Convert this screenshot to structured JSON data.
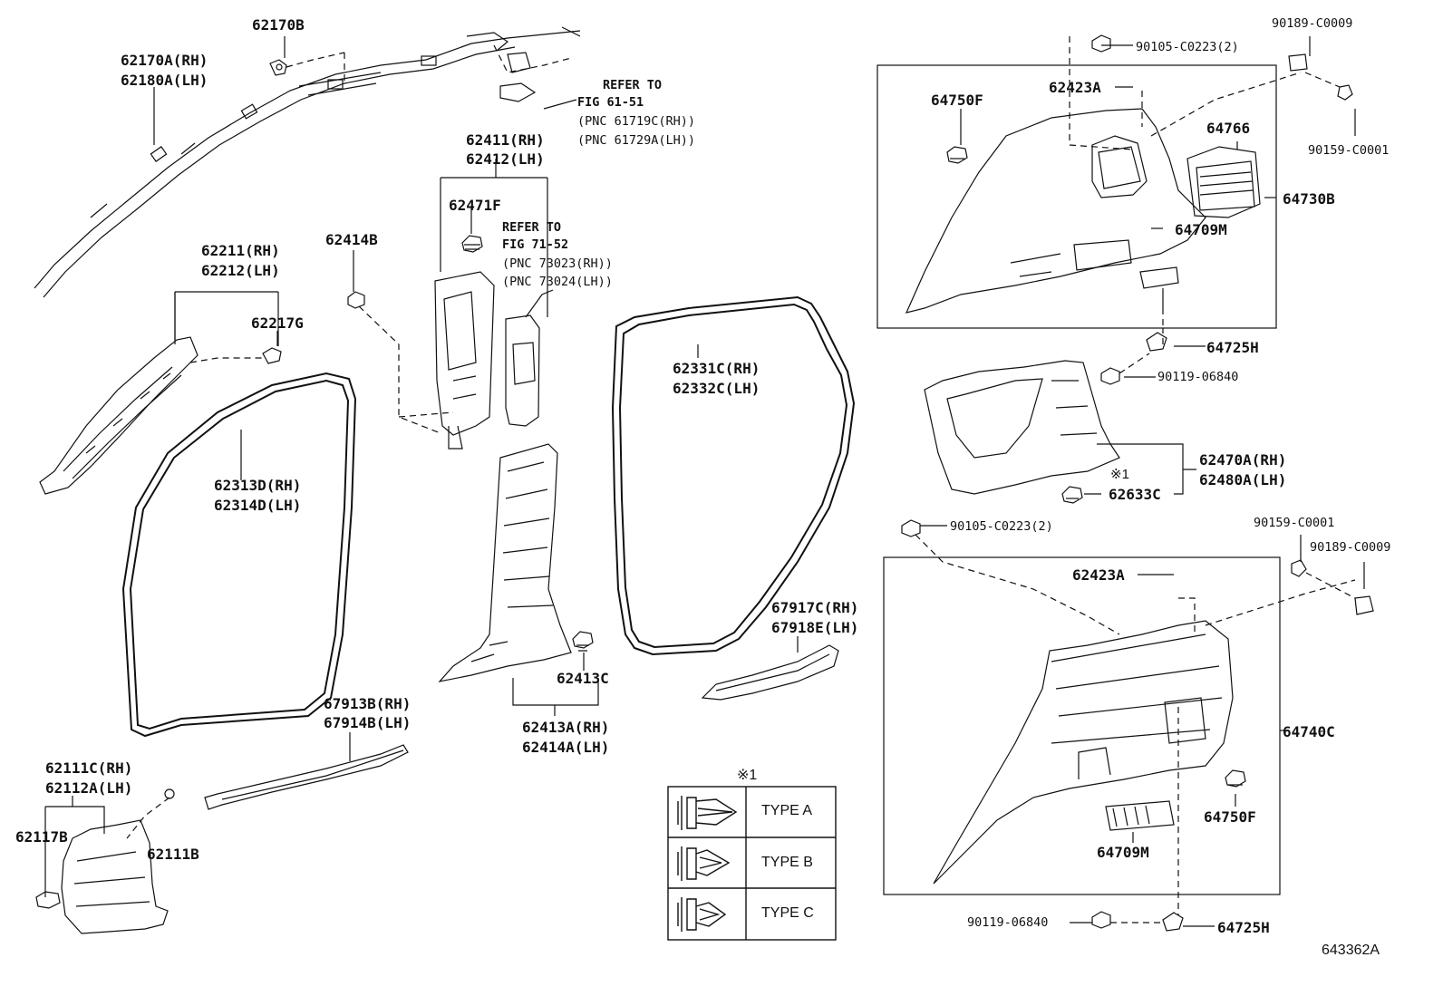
{
  "figure_id": "643362A",
  "note_mark": "※1",
  "callouts": {
    "c62170B": "62170B",
    "c62170A": "62170A(RH)",
    "c62180A": "62180A(LH)",
    "ref61_1": "REFER TO",
    "ref61_2": "FIG 61-51",
    "ref61_3": "(PNC 61719C(RH))",
    "ref61_4": "(PNC 61729A(LH))",
    "c62411": "62411(RH)",
    "c62412": "62412(LH)",
    "c62471F": "62471F",
    "ref71_1": "REFER TO",
    "ref71_2": "FIG 71-52",
    "ref71_3": "(PNC 73023(RH))",
    "ref71_4": "(PNC 73024(LH))",
    "c62414B": "62414B",
    "c62211": "62211(RH)",
    "c62212": "62212(LH)",
    "c62217G": "62217G",
    "c62313D": "62313D(RH)",
    "c62314D": "62314D(LH)",
    "c62331C": "62331C(RH)",
    "c62332C": "62332C(LH)",
    "c62413C": "62413C",
    "c62413A": "62413A(RH)",
    "c62414A": "62414A(LH)",
    "c67917C": "67917C(RH)",
    "c67918E": "67918E(LH)",
    "c67913B": "67913B(RH)",
    "c67914B": "67914B(LH)",
    "c62111C": "62111C(RH)",
    "c62112A": "62112A(LH)",
    "c62117B": "62117B",
    "c62111B": "62111B",
    "c90189_top": "90189-C0009",
    "c90105_top": "90105-C0223(2)",
    "c64750F_top": "64750F",
    "c62423A_top": "62423A",
    "c64766": "64766",
    "c90159_top": "90159-C0001",
    "c64730B": "64730B",
    "c64709M_top": "64709M",
    "c64725H_top": "64725H",
    "c90119_top": "90119-06840",
    "c62470A": "62470A(RH)",
    "c62480A": "62480A(LH)",
    "c62633C": "62633C",
    "c90105_bot": "90105-C0223(2)",
    "c90159_bot": "90159-C0001",
    "c90189_bot": "90189-C0009",
    "c62423A_bot": "62423A",
    "c64740C": "64740C",
    "c64750F_bot": "64750F",
    "c64709M_bot": "64709M",
    "c90119_bot": "90119-06840",
    "c64725H_bot": "64725H"
  },
  "clip_legend": {
    "title": "※1",
    "rows": [
      {
        "label": "TYPE A",
        "icon": "clip-type-a-icon"
      },
      {
        "label": "TYPE B",
        "icon": "clip-type-b-icon"
      },
      {
        "label": "TYPE C",
        "icon": "clip-type-c-icon"
      }
    ]
  }
}
